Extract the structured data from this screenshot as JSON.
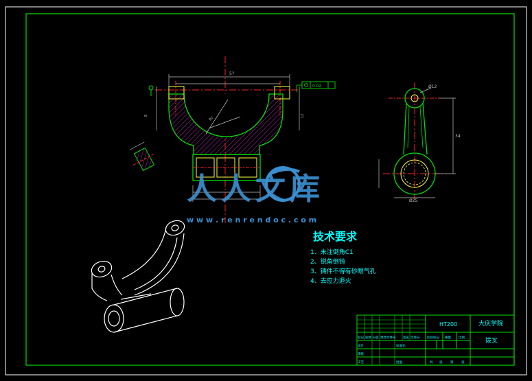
{
  "drawing": {
    "dims": {
      "top_overall": "5?",
      "right_height": "34",
      "right_circle": "Ø12",
      "bottom_width": "Ø25",
      "small_dim_1": "8",
      "small_dim_2": "12",
      "r_label": "R2",
      "gdt_value": "0.02"
    },
    "watermark": {
      "brand": "人人文库",
      "url": "w w w . r e n r e n d o c . c o m"
    },
    "requirements": {
      "title": "技术要求",
      "items": [
        "1、未注倒角C1",
        "2、锐角倒钝",
        "3、铸件不得有砂眼气孔",
        "4、去应力退火"
      ]
    },
    "title_block": {
      "material": "HT200",
      "school": "大庆学院",
      "part_name": "拨叉",
      "header_row": [
        "标记",
        "处数",
        "分区",
        "更改文件号",
        "签名",
        "年月日"
      ],
      "sign_row": [
        "设计",
        "标准化"
      ],
      "check_row": [
        "审核",
        ""
      ],
      "craft_row": [
        "工艺",
        "批准"
      ],
      "stage_row": [
        "阶段标记",
        "重量",
        "比例"
      ],
      "sheet_row": [
        "共",
        "张",
        "第",
        "张"
      ]
    }
  }
}
